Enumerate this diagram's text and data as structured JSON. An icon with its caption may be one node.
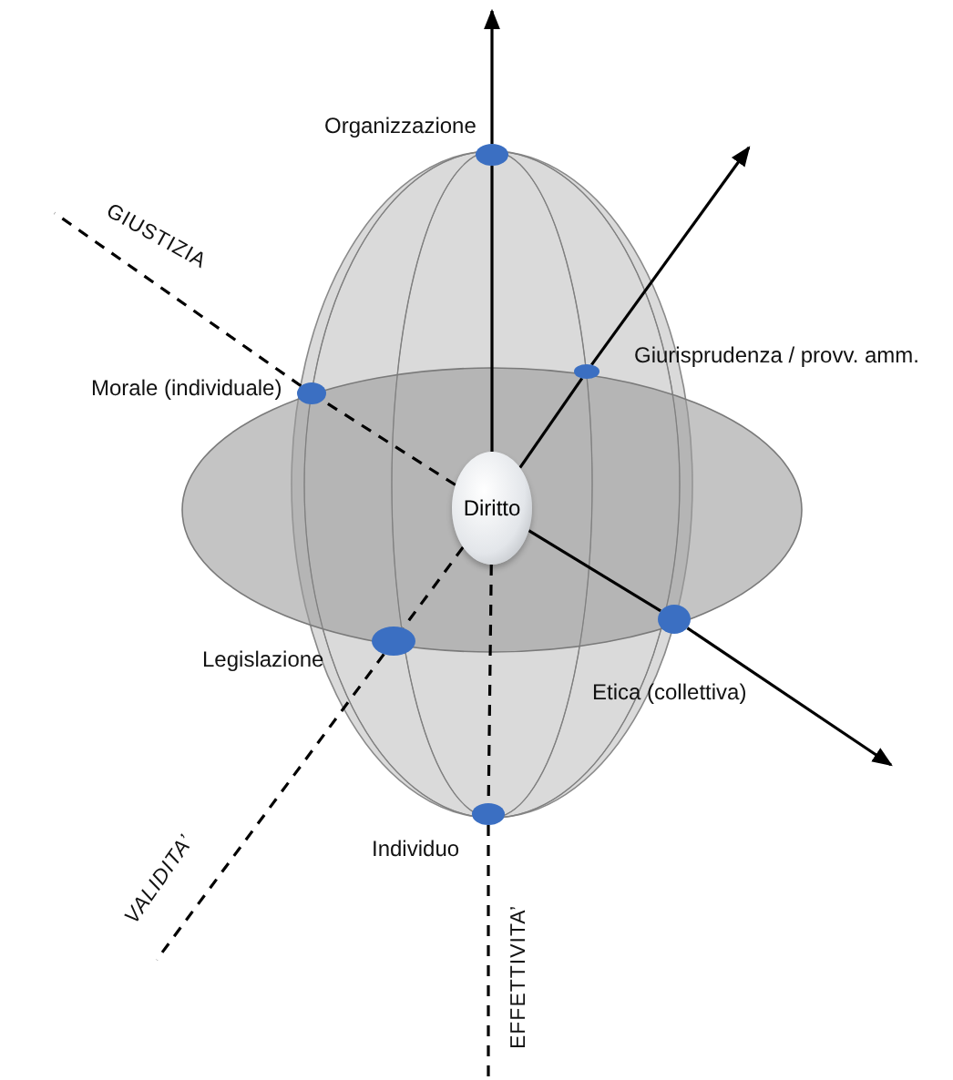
{
  "diagram": {
    "nodes": [
      {
        "text": [],
        "shape": "circle",
        "beside": [
          "Organizzazione"
        ]
      },
      {
        "text": [],
        "shape": "circle",
        "beside": [
          "Giurisprudenza / provv. amm."
        ]
      },
      {
        "text": [],
        "shape": "circle",
        "beside": [
          "Morale (individuale)"
        ]
      },
      {
        "text": [
          "Diritto"
        ]
      },
      {
        "text": [],
        "shape": "circle",
        "beside": [
          "Etica (collettiva)"
        ]
      },
      {
        "text": [],
        "shape": "circle",
        "beside": [
          "Legislazione"
        ]
      },
      {
        "text": [],
        "shape": "circle",
        "beside": [
          "Individuo"
        ]
      }
    ],
    "edges": [
      {
        "from": 3,
        "to": 0,
        "arrow": "none"
      },
      {
        "from": 0,
        "to": null,
        "arrow": "to"
      },
      {
        "from": 3,
        "to": 1,
        "arrow": "none"
      },
      {
        "from": 1,
        "to": null,
        "arrow": "to"
      },
      {
        "from": 3,
        "to": 2,
        "arrow": "none",
        "style": "dashed"
      },
      {
        "from": 2,
        "to": null,
        "arrow": "none",
        "style": "dashed"
      },
      {
        "from": 3,
        "to": 4,
        "arrow": "none"
      },
      {
        "from": 4,
        "to": null,
        "arrow": "to"
      },
      {
        "from": 3,
        "to": 5,
        "arrow": "none",
        "style": "dashed"
      },
      {
        "from": 5,
        "to": null,
        "arrow": "none",
        "style": "dashed"
      },
      {
        "from": 3,
        "to": 6,
        "arrow": "none",
        "style": "dashed"
      },
      {
        "from": 6,
        "to": null,
        "arrow": "none",
        "style": "dashed"
      }
    ],
    "labels": [
      "GIUSTIZIA",
      "VALIDITA’",
      "EFFETTIVITA’"
    ]
  }
}
